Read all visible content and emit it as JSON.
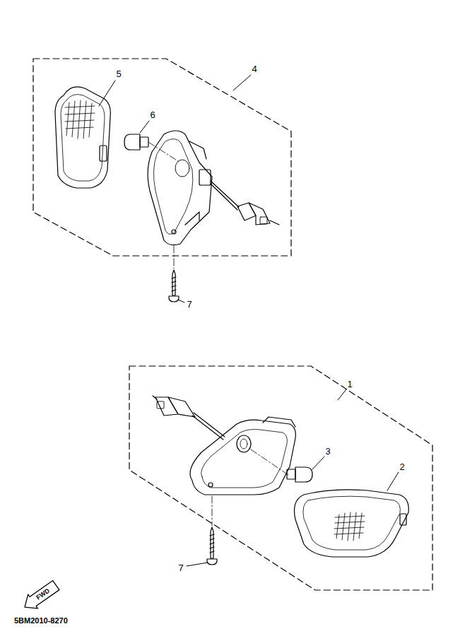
{
  "diagram": {
    "labels": [
      "5",
      "4",
      "6",
      "7",
      "1",
      "3",
      "2",
      "7",
      "FWD",
      "5BM2010-8270"
    ]
  }
}
